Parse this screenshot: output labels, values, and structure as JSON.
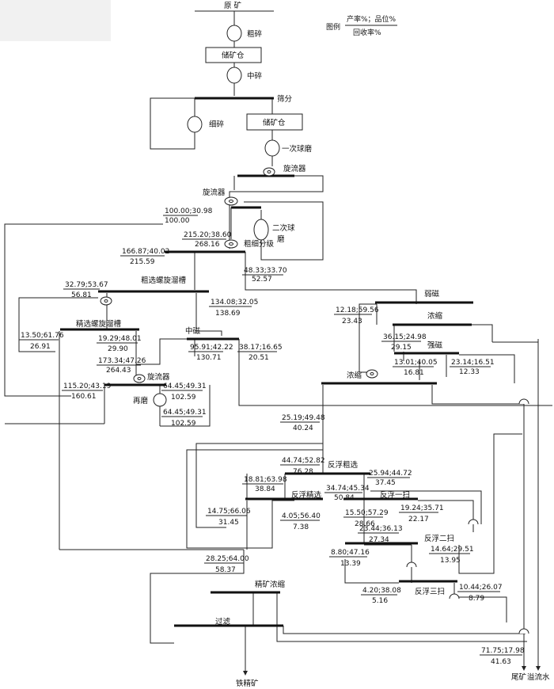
{
  "legend": {
    "label": "图例",
    "top": "产率%；品位%",
    "bottom": "回收率%"
  },
  "nodes": {
    "ore": "原  矿",
    "coarse_crush": "粗碎",
    "ore_bin1": "储矿仓",
    "mid_crush": "中碎",
    "screen": "筛分",
    "fine_crush": "细碎",
    "ore_bin2": "储矿仓",
    "ball_mill1": "一次球磨",
    "cyclone1": "旋流器",
    "cyclone2": "旋流器",
    "ball_mill2_a": "二次球",
    "ball_mill2_b": "磨",
    "classify": "粗细分级",
    "rough_spiral": "粗选螺旋溜槽",
    "fine_spiral": "精选螺旋溜槽",
    "mid_mag": "中磁",
    "cyclone3": "旋流器",
    "regrind": "再磨",
    "weak_mag": "弱磁",
    "thicken1": "浓缩",
    "strong_mag": "强磁",
    "thicken2": "浓缩",
    "rev_rough": "反浮粗选",
    "rev_clean": "反浮精选",
    "rev_scav1": "反浮一扫",
    "rev_scav2": "反浮二扫",
    "rev_scav3": "反浮三扫",
    "conc_thicken": "精矿浓缩",
    "filter": "过滤",
    "iron_conc": "铁精矿",
    "tailings": "尾矿",
    "overflow": "溢流水"
  },
  "values": [
    {
      "t": "100.00;30.98",
      "b": "100.00"
    },
    {
      "t": "215.20;38.60",
      "b": "268.16"
    },
    {
      "t": "166.87;40.02",
      "b": "215.59"
    },
    {
      "t": "48.33;33.70",
      "b": "52.57"
    },
    {
      "t": "32.79;53.67",
      "b": "56.81"
    },
    {
      "t": "134.08;32.05",
      "b": "138.69"
    },
    {
      "t": "13.50;61.76",
      "b": "26.91"
    },
    {
      "t": "19.29;48.01",
      "b": "29.90"
    },
    {
      "t": "95.91;42.22",
      "b": "130.71"
    },
    {
      "t": "38.17;16.65",
      "b": "20.51"
    },
    {
      "t": "173.34;47.26",
      "b": "264.43"
    },
    {
      "t": "115.20;43.19",
      "b": "160.61"
    },
    {
      "t": "64.45;49.31",
      "b": "102.59"
    },
    {
      "t": "64.45;49.31",
      "b": "102.59"
    },
    {
      "t": "12.18;59.56",
      "b": "23.43"
    },
    {
      "t": "36.15;24.98",
      "b": "29.15"
    },
    {
      "t": "13.01;40.05",
      "b": "16.81"
    },
    {
      "t": "23.14;16.51",
      "b": "12.33"
    },
    {
      "t": "25.19;49.48",
      "b": "40.24"
    },
    {
      "t": "44.74;52.82",
      "b": "76.28"
    },
    {
      "t": "25.94;44.72",
      "b": "37.45"
    },
    {
      "t": "18.81;63.98",
      "b": "38.84"
    },
    {
      "t": "34.74;45.34",
      "b": "50.84"
    },
    {
      "t": "14.75;66.06",
      "b": "31.45"
    },
    {
      "t": "4.05;56.40",
      "b": "7.38"
    },
    {
      "t": "15.50;57.29",
      "b": "28.66"
    },
    {
      "t": "19.24;35.71",
      "b": "22.17"
    },
    {
      "t": "23.44;36.13",
      "b": "27.34"
    },
    {
      "t": "8.80;47.16",
      "b": "13.39"
    },
    {
      "t": "14.64;29.51",
      "b": "13.95"
    },
    {
      "t": "28.25;64.00",
      "b": "58.37"
    },
    {
      "t": "4.20;38.08",
      "b": "5.16"
    },
    {
      "t": "10.44;26.07",
      "b": "8.79"
    },
    {
      "t": "71.75;17.98",
      "b": "41.63"
    }
  ]
}
